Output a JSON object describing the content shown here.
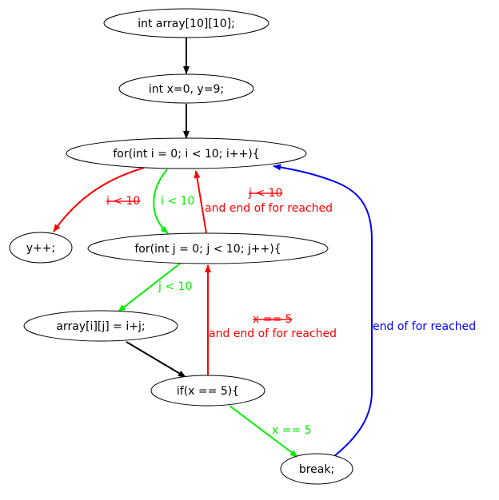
{
  "colors": {
    "true_edge": "#00ee00",
    "false_edge": "#ff0000",
    "loop_edge": "#0000ff",
    "plain_edge": "#000000"
  },
  "nodes": {
    "array_decl": "int array[10][10];",
    "xy_init": "int x=0, y=9;",
    "outer_for": "for(int i = 0; i < 10; i++){",
    "y_incr": "y++;",
    "inner_for": "for(int j = 0; j < 10; j++){",
    "assign": "array[i][j] = i+j;",
    "if_stmt": "if(x == 5){",
    "break_stmt": "break;"
  },
  "edge_labels": {
    "outer_false_strike": "i < 10",
    "outer_true": "i < 10",
    "inner_exit_strike": "j < 10",
    "inner_exit_suffix": "and end of for reached",
    "inner_true": "j < 10",
    "if_false_strike": "x == 5",
    "if_false_suffix": "and end of for reached",
    "if_true": "x == 5",
    "break_back": "end of for reached"
  }
}
